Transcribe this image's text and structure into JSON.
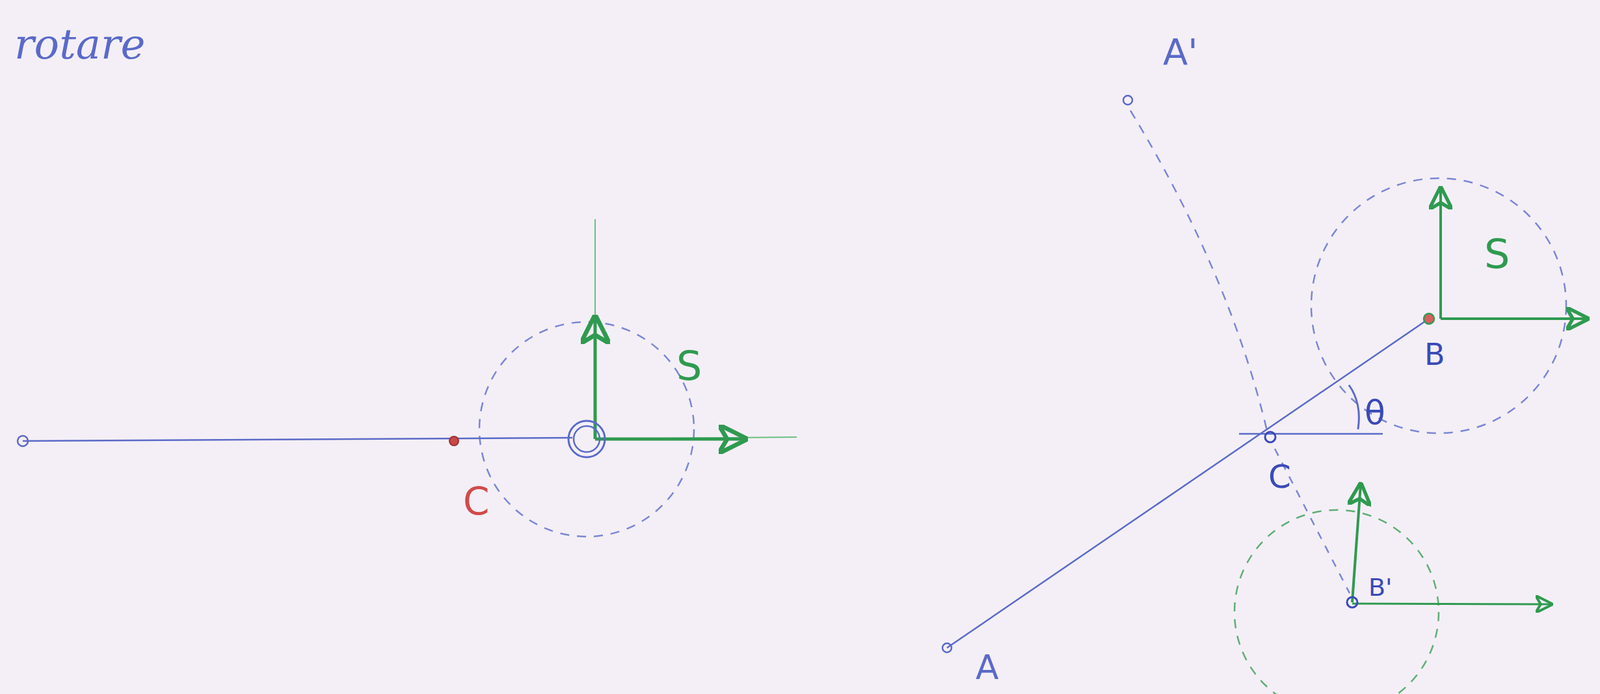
{
  "diagram": {
    "title": "rotare",
    "labels": [
      "S",
      "C",
      "A'",
      "S",
      "B",
      "θ",
      "C",
      "A",
      "B'"
    ]
  }
}
